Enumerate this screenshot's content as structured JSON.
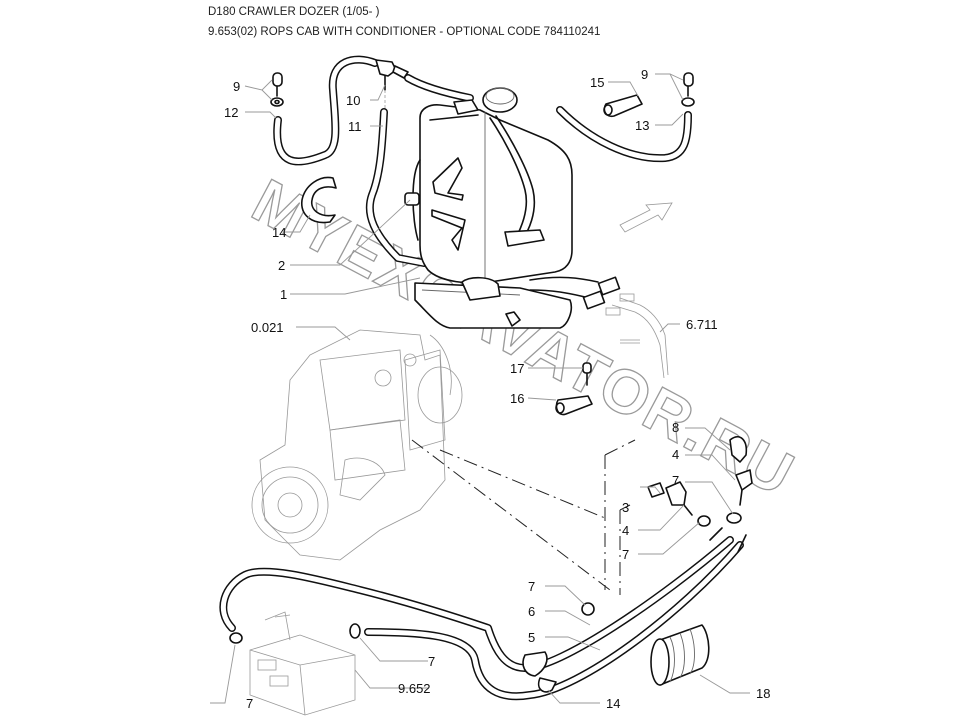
{
  "header": {
    "model": "D180 CRAWLER DOZER (1/05- )",
    "section": "9.653(02) ROPS CAB WITH CONDITIONER - OPTIONAL CODE 784110241"
  },
  "watermark": "MYEXCAVATOR.RU",
  "callouts": {
    "c9_left": "9",
    "c12": "12",
    "c10": "10",
    "c11": "11",
    "c15": "15",
    "c9_right": "9",
    "c13": "13",
    "c14_top": "14",
    "c2": "2",
    "c1": "1",
    "c0021": "0.021",
    "c6711": "6.711",
    "c17": "17",
    "c16": "16",
    "c8": "8",
    "c4_right": "4",
    "c3": "3",
    "c7_right": "7",
    "c4_mid": "4",
    "c7_mid": "7",
    "c7_low": "7",
    "c6": "6",
    "c5": "5",
    "c7_hose": "7",
    "c9652": "9.652",
    "c7_left": "7",
    "c14_bottom": "14",
    "c18": "18"
  },
  "colors": {
    "line": "#111111",
    "leader": "#999999",
    "watermark": "#9a9a9a"
  }
}
